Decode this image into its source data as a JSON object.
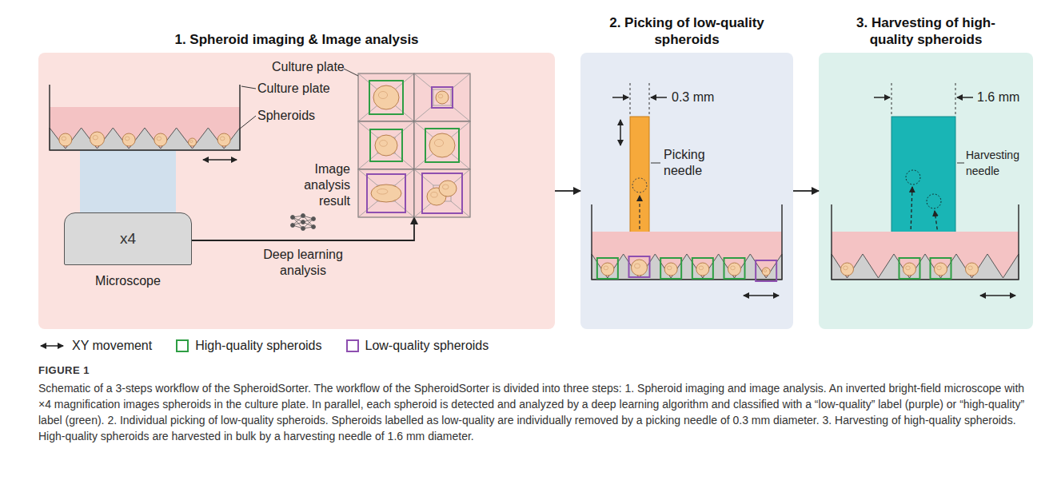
{
  "diagram": {
    "caption": "Schematic of a 3-steps workflow of the SpheroidSorter. The workflow of the SpheroidSorter is divided into three steps: 1. Spheroid imaging and image analysis. An inverted bright-field microscope with ×4 magnification images spheroids in the culture plate. In parallel, each spheroid is detected and analyzed by a deep learning algorithm and classified with a “low-quality” label (purple) or “high-quality” label (green). 2. Individual picking of low-quality spheroids. Spheroids labelled as low-quality are individually removed by a picking needle of 0.3 mm diameter. 3. Harvesting of high-quality spheroids. High-quality spheroids are harvested in bulk by a harvesting needle of 1.6 mm diameter.",
    "nodes": [
      {
        "text": [
          "1. Spheroid imaging & Image analysis"
        ]
      },
      {
        "text": [
          "x4"
        ],
        "in": 0
      },
      {
        "text": [
          "Image analysis result"
        ],
        "in": 0
      },
      {
        "text": [
          "2. Picking of low-quality spheroids"
        ]
      },
      {
        "text": [
          "3. Harvesting of high-quality spheroids"
        ]
      }
    ],
    "edges": [
      {
        "from": 1,
        "to": 2,
        "arrow": "to",
        "label": "Deep learning analysis"
      },
      {
        "from": 0,
        "to": 3,
        "arrow": "to"
      },
      {
        "from": 3,
        "to": 4,
        "arrow": "to"
      }
    ],
    "labels": [
      "Culture plate",
      "Spheroids",
      "Culture plate",
      "Microscope",
      "0.3 mm",
      "Picking needle",
      "1.6 mm",
      "Harvesting needle",
      "FIGURE 1"
    ],
    "legend": [
      {
        "text": "XY movement"
      },
      {
        "text": "High-quality spheroids",
        "color": "#2e9e44"
      },
      {
        "text": "Low-quality spheroids",
        "color": "#8e4fb0"
      }
    ]
  }
}
